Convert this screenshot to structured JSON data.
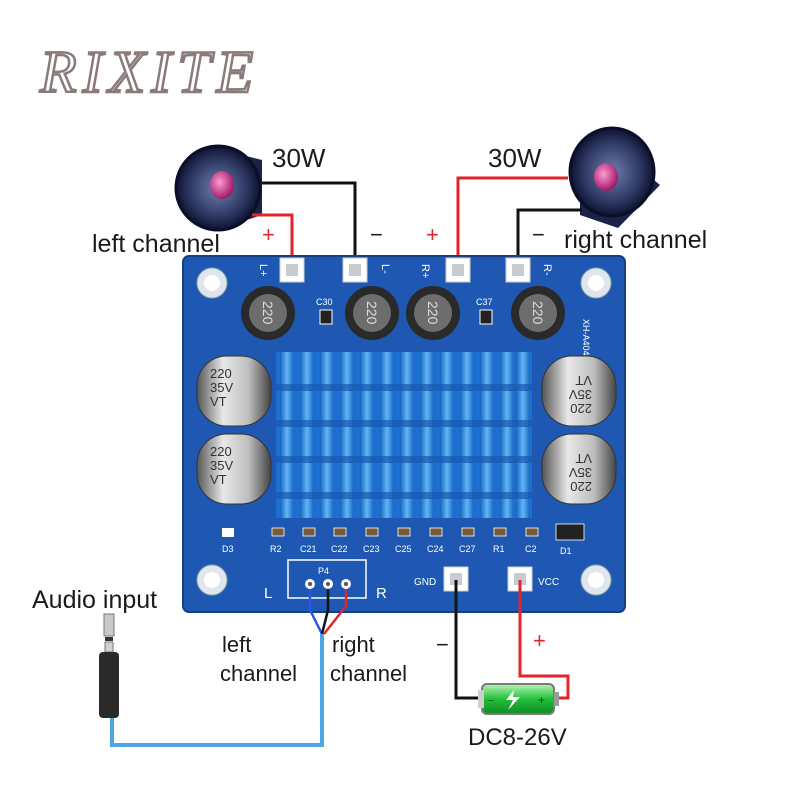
{
  "brand": {
    "logo_text": "RIXITE"
  },
  "speakers": {
    "left": {
      "power": "30W",
      "label": "left channel"
    },
    "right": {
      "power": "30W",
      "label": "right channel"
    }
  },
  "terminals": {
    "l_plus": "L+",
    "l_minus": "L-",
    "r_plus": "R+",
    "r_minus": "R-",
    "gnd": "GND",
    "vcc": "VCC"
  },
  "polarity": {
    "plus": "+",
    "minus": "−"
  },
  "board": {
    "model": "XH-A404",
    "parts": {
      "c30": "C30",
      "c37": "C37",
      "choke_value": "220",
      "cap_line1": "220",
      "cap_line2": "35V",
      "cap_line3": "VT",
      "bottom_row": [
        "R2",
        "C21",
        "C22",
        "C23",
        "C25",
        "C24",
        "C27",
        "R1",
        "C2"
      ],
      "d3": "D3",
      "d1": "D1",
      "p4": "P4",
      "input_l": "L",
      "input_r": "R"
    }
  },
  "audio_input": {
    "label": "Audio input",
    "left_line1": "left",
    "left_line2": "channel",
    "right_line1": "right",
    "right_line2": "channel"
  },
  "power": {
    "label": "DC8-26V"
  },
  "colors": {
    "pcb": "#1f58b3",
    "heatsink": "#2f93e0",
    "wire_red": "#e0262b",
    "wire_black": "#111111",
    "cable": "#4aa7e0",
    "battery": "#2ecc40"
  }
}
